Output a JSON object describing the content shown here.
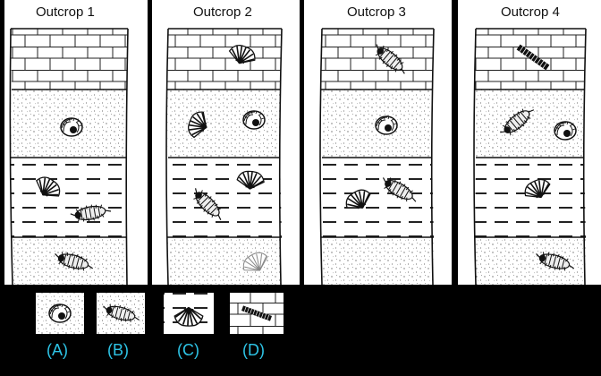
{
  "outcrops": [
    {
      "title": "Outcrop 1"
    },
    {
      "title": "Outcrop 2"
    },
    {
      "title": "Outcrop 3"
    },
    {
      "title": "Outcrop 4"
    }
  ],
  "legend": {
    "captions": [
      "(A)",
      "(B)",
      "(C)",
      "(D)"
    ],
    "items": [
      {
        "label": "(A)",
        "fossil": "ammonite",
        "rock": "sandstone"
      },
      {
        "label": "(B)",
        "fossil": "trilobite",
        "rock": "sandstone"
      },
      {
        "label": "(C)",
        "fossil": "brachiopod",
        "rock": "shale"
      },
      {
        "label": "(D)",
        "fossil": "crinoid-stem",
        "rock": "limestone"
      }
    ]
  },
  "layers": [
    "limestone",
    "sandstone",
    "shale",
    "sandstone"
  ],
  "fossils_by_layer": {
    "outcrop1": [
      "",
      "ammonite",
      "brachiopod, trilobite",
      "trilobite"
    ],
    "outcrop2": [
      "brachiopod",
      "brachiopod, ammonite",
      "trilobite, brachiopod",
      "brachiopod"
    ],
    "outcrop3": [
      "trilobite",
      "ammonite",
      "brachiopod, trilobite",
      ""
    ],
    "outcrop4": [
      "crinoid-stem",
      "trilobite, ammonite",
      "brachiopod",
      "trilobite"
    ]
  },
  "colors": {
    "background": "#000000",
    "panel": "#ffffff",
    "ink": "#111111",
    "caption": "#2ec4e6"
  }
}
